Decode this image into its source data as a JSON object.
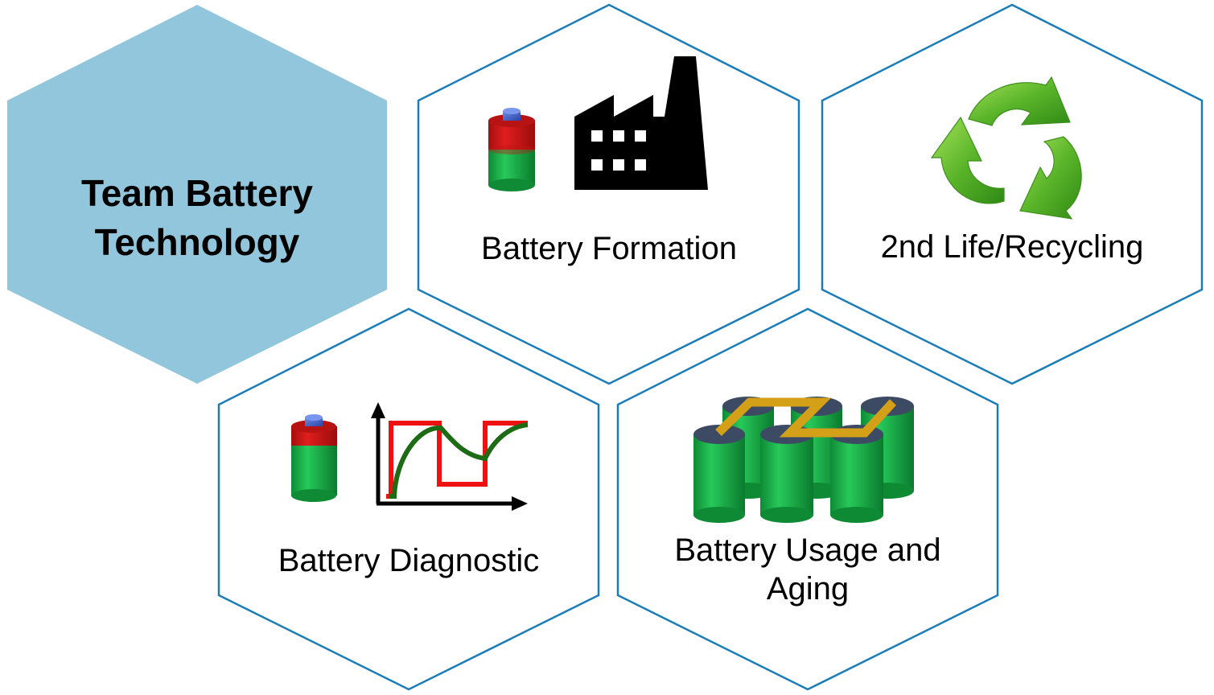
{
  "center": {
    "title_line1": "Team Battery",
    "title_line2": "Technology",
    "fill_color": "#92C6DC"
  },
  "hexagons": [
    {
      "label": "Battery Formation",
      "icons": [
        "battery-icon",
        "factory-icon"
      ]
    },
    {
      "label": "2nd Life/Recycling",
      "icons": [
        "recycle-icon"
      ]
    },
    {
      "label": "Battery Diagnostic",
      "icons": [
        "battery-icon",
        "diagnostic-graph-icon"
      ]
    },
    {
      "label_line1": "Battery Usage and",
      "label_line2": "Aging",
      "icons": [
        "battery-pack-icon"
      ]
    }
  ],
  "colors": {
    "hex_outline": "#1B7DB8",
    "battery_green": "#1DB54B",
    "battery_red": "#D11616",
    "battery_cap": "#3E5BC9",
    "cell_top": "#3C4B63",
    "busbar": "#D4A017",
    "graph_red": "#EE1111",
    "graph_green": "#1E6B16",
    "recycle_green": "#6CC232"
  }
}
